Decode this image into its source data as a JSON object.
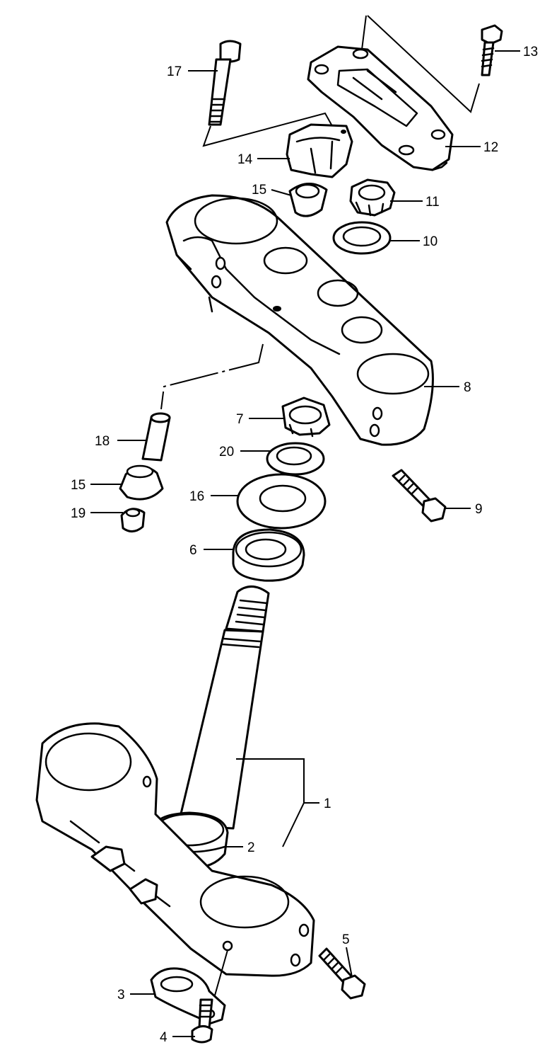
{
  "callouts": {
    "p1": "1",
    "p2": "2",
    "p3": "3",
    "p4": "4",
    "p5": "5",
    "p6": "6",
    "p7": "7",
    "p8": "8",
    "p9": "9",
    "p10": "10",
    "p11": "11",
    "p12": "12",
    "p13": "13",
    "p14": "14",
    "p15a": "15",
    "p15b": "15",
    "p16": "16",
    "p17": "17",
    "p18": "18",
    "p19": "19",
    "p20": "20"
  }
}
